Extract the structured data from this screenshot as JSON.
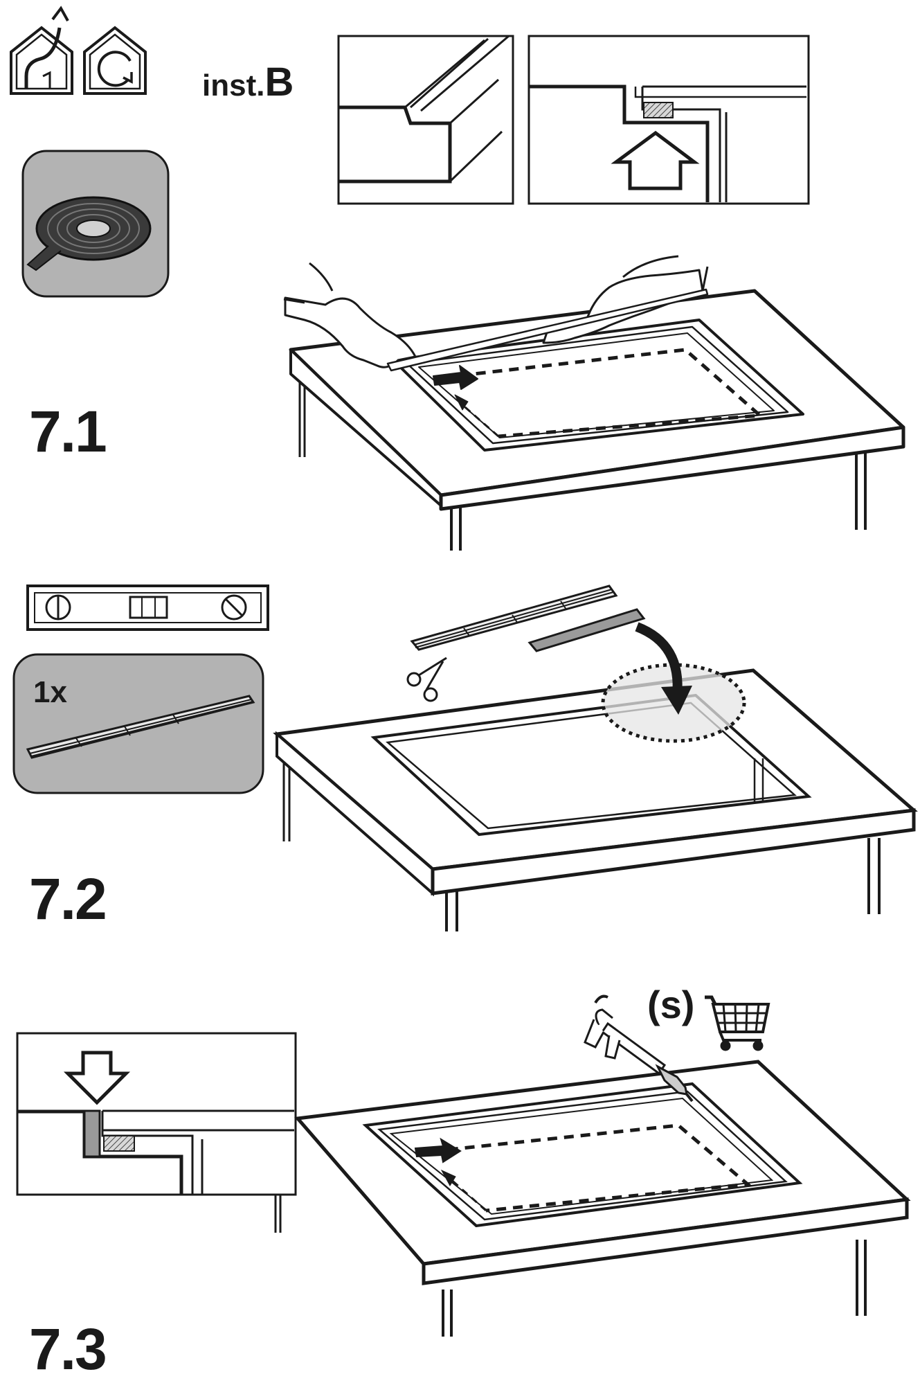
{
  "header": {
    "install_label": "inst.",
    "install_letter": "B"
  },
  "icons": [
    "house-route-icon",
    "house-rotate-icon",
    "rubber-seal-roll-icon",
    "spirit-level-icon",
    "sealant-gun-icon",
    "shopping-cart-icon",
    "scissors-icon"
  ],
  "steps": [
    {
      "number": "7.1"
    },
    {
      "number": "7.2",
      "quantity": "1x"
    },
    {
      "number": "7.3",
      "purchase_note": "(s)"
    }
  ],
  "colors": {
    "ink": "#1a1a1a",
    "panel_gray": "#b3b3b3",
    "highlight_gray": "#e6e6e6",
    "background": "#ffffff"
  }
}
